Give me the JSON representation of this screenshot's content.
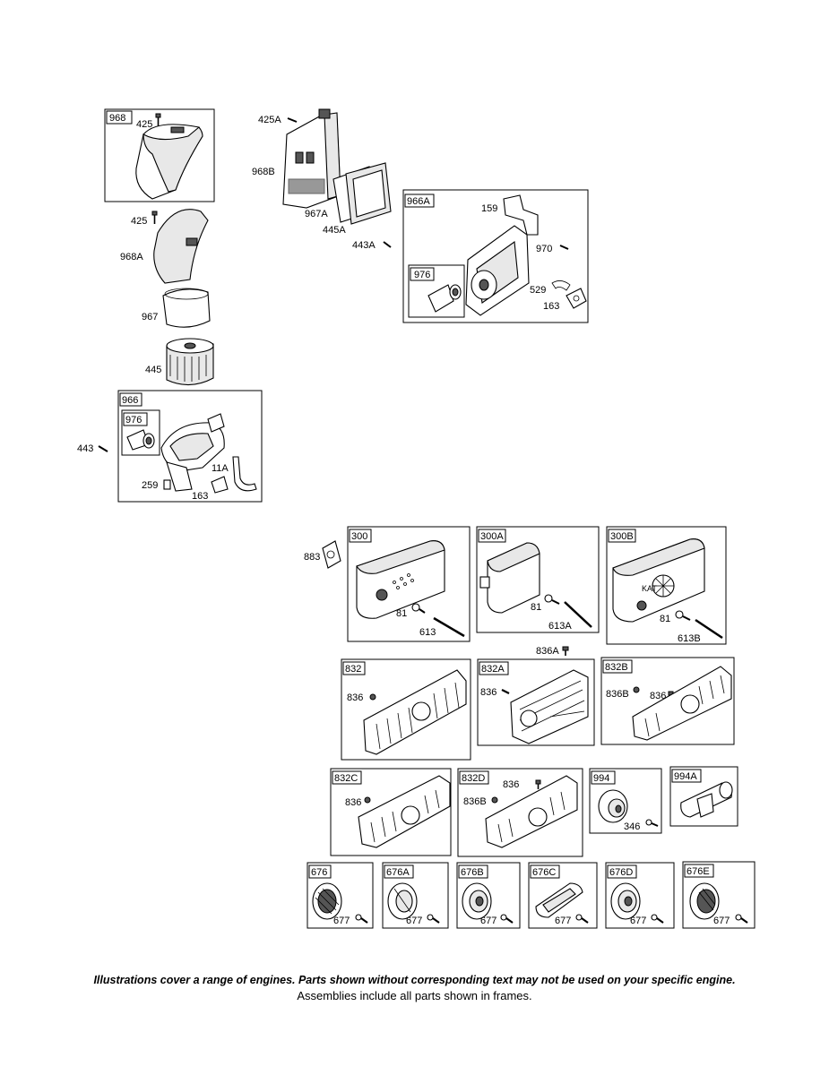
{
  "frames": {
    "f968": "968",
    "f966A": "966A",
    "f976a": "976",
    "f966": "966",
    "f976b": "976",
    "f300": "300",
    "f300A": "300A",
    "f300B": "300B",
    "f832": "832",
    "f832A": "832A",
    "f832B": "832B",
    "f832C": "832C",
    "f832D": "832D",
    "f994": "994",
    "f994A": "994A",
    "f676": "676",
    "f676A": "676A",
    "f676B": "676B",
    "f676C": "676C",
    "f676D": "676D",
    "f676E": "676E"
  },
  "labels": {
    "p425_top": "425",
    "p425A": "425A",
    "p968B": "968B",
    "p967A": "967A",
    "p445A": "445A",
    "p443A": "443A",
    "p159": "159",
    "p970": "970",
    "p529": "529",
    "p163_top": "163",
    "p425": "425",
    "p968A": "968A",
    "p967": "967",
    "p445": "445",
    "p443": "443",
    "p11A": "11A",
    "p259": "259",
    "p163": "163",
    "p883": "883",
    "p81_a": "81",
    "p613": "613",
    "p81_b": "81",
    "p613A": "613A",
    "p81_c": "81",
    "p613B": "613B",
    "p836A": "836A",
    "p836_a": "836",
    "p836_b": "836",
    "p836_c": "836",
    "p836B_a": "836B",
    "p836_d": "836",
    "p836_e": "836",
    "p836B_b": "836B",
    "p346": "346",
    "p677_a": "677",
    "p677_b": "677",
    "p677_c": "677",
    "p677_d": "677",
    "p677_e": "677",
    "p677_f": "677",
    "kat": "KAT"
  },
  "notes": {
    "line1": "Illustrations cover a range of engines. Parts shown without corresponding text may not be used on your specific engine.",
    "line2": "Assemblies include all parts shown in frames."
  }
}
